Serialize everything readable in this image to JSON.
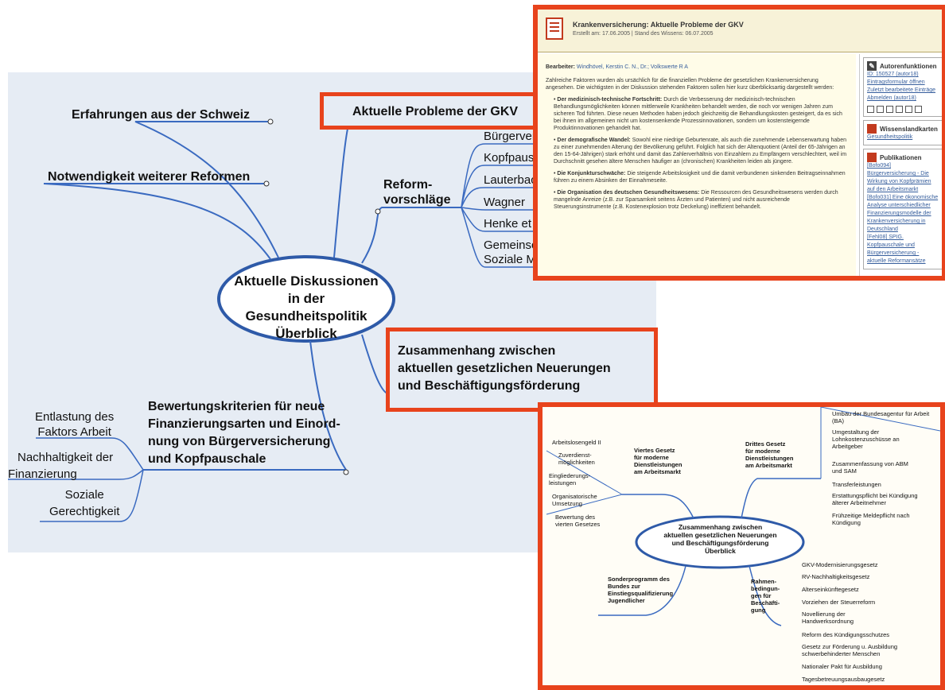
{
  "main_map": {
    "center_lines": [
      "Aktuelle Diskussionen",
      "in der Gesundheitspolitik",
      "Überblick"
    ],
    "left_top_1": "Erfahrungen aus der Schweiz",
    "left_top_2": "Notwendigkeit weiterer Reformen",
    "highlight_top": "Aktuelle Probleme der GKV",
    "reform_label": [
      "Reform-",
      "vorschläge"
    ],
    "reform_items": [
      "Bürgerversicherung",
      "Kopfpauschale",
      "Lauterbach",
      "Wagner",
      "Henke et al.",
      "Gemeinschaft",
      "Soziale M"
    ],
    "highlight_mid_lines": [
      "Zusammenhang zwischen",
      "aktuellen gesetzlichen Neuerungen",
      "und Beschäftigungsförderung"
    ],
    "bewertung_lines": [
      "Bewertungskriterien für neue",
      "Finanzierungsarten und Einord-",
      "nung von Bürgerversicherung",
      "und Kopfpauschale"
    ],
    "criteria": [
      [
        "Entlastung des",
        "Faktors Arbeit"
      ],
      [
        "Nachhaltigkeit der",
        "Finanzierung"
      ],
      [
        "Soziale",
        "Gerechtigkeit"
      ]
    ]
  },
  "doc": {
    "title": "Krankenversicherung: Aktuelle Probleme der GKV",
    "subtitle": "Erstellt am: 17.06.2005 | Stand des Wissens: 06.07.2005",
    "editors_label": "Bearbeiter:",
    "editors": "Windhövel, Kerstin C. N., Dr.; Volkswerte R A",
    "intro": "Zahlreiche Faktoren wurden als ursächlich für die finanziellen Probleme der gesetzlichen Krankenversicherung angesehen. Die wichtigsten in der Diskussion stehenden Faktoren sollen hier kurz überblicksartig dargestellt werden:",
    "bullets": [
      {
        "title": "Der medizinisch-technische Fortschritt:",
        "text": "Durch die Verbesserung der medizinisch-technischen Behandlungsmöglichkeiten können mittlerweile Krankheiten behandelt werden, die noch vor wenigen Jahren zum sicheren Tod führten. Diese neuen Methoden haben jedoch gleichzeitig die Behandlungskosten gesteigert, da es sich bei ihnen im allgemeinen nicht um kostensenkende Prozessinnovationen, sondern um kostensteigernde Produktinnovationen gehandelt hat."
      },
      {
        "title": "Der demografische Wandel:",
        "text": "Sowohl eine niedrige Geburtenrate, als auch die zunehmende Lebenserwartung haben zu einer zunehmenden Alterung der Bevölkerung geführt. Folglich hat sich der Altenquotient (Anteil der 65-Jährigen an den 15-64-Jährigen) stark erhöht und damit das Zahlerverhältnis von Einzahlern zu Empfängern verschlechtert, weil im Durchschnitt gesehen ältere Menschen häufiger an (chronischen) Krankheiten leiden als jüngere."
      },
      {
        "title": "Die Konjunkturschwäche:",
        "text": "Die steigende Arbeitslosigkeit und die damit verbundenen sinkenden Beitragseinnahmen führen zu einem Absinken der Einnahmeseite."
      },
      {
        "title": "Die Organisation des deutschen Gesundheitswesens:",
        "text": "Die Ressourcen des Gesundheitswesens werden durch mangelnde Anreize (z.B. zur Sparsamkeit seitens Ärzten und Patienten) und nicht ausreichende Steuerungsinstrumente (z.B. Kostenexplosion trotz Deckelung) ineffizient behandelt."
      }
    ],
    "side": {
      "author_head": "Autorenfunktionen",
      "author_links": [
        "ID: 150527 (autor18)",
        "Eintragsformular öffnen",
        "Zuletzt bearbeitete Einträge",
        "Abmelden (autor18)"
      ],
      "wissen_head": "Wissenslandkarten",
      "wissen_links": [
        "Gesundheitspolitik"
      ],
      "pub_head": "Publikationen",
      "pub_links": [
        "[Bofo094]",
        "Bürgerversicherung - Die Wirkung von Kopfprämien auf den Arbeitsmarkt",
        "[Bofo031] Eine ökonomische Analyse unterschiedlicher Finanzierungsmodelle der Krankenversicherung in Deutschland",
        "[Fehl08] SPIG. Kopfpauschale und Bürgerversicherung - aktuelle Reformansätze"
      ]
    }
  },
  "map2": {
    "center_lines": [
      "Zusammenhang zwischen",
      "aktuellen gesetzlichen Neuerungen",
      "und Beschäftigungsförderung",
      "Überblick"
    ],
    "viertes": [
      "Viertes Gesetz",
      "für moderne",
      "Dienstleistungen",
      "am Arbeitsmarkt"
    ],
    "drittes": [
      "Drittes Gesetz",
      "für moderne",
      "Dienstleistungen",
      "am Arbeitsmarkt"
    ],
    "left_items": [
      "Arbeitslosengeld II",
      "Zuverdienst-möglichkeiten",
      "Eingliederungs-leistungen",
      "Organisatorische Umsetzung",
      "Bewertung des vierten Gesetzes"
    ],
    "right_top_items": [
      "Umbau der Bundesagentur für Arbeit (BA)",
      "Umgestaltung der Lohnkostenzuschüsse an Arbeitgeber",
      "Zusammenfassung von ABM und SAM",
      "Transferleistungen",
      "Erstattungspflicht bei Kündigung älterer Arbeitnehmer",
      "Frühzeitige Meldepflicht nach Kündigung"
    ],
    "sonder": [
      "Sonderprogramm des",
      "Bundes zur",
      "Einstiegsqualifizierung",
      "Jugendlicher"
    ],
    "rahmen": [
      "Rahmen-",
      "bedingun-",
      "gen für",
      "Beschäfti-",
      "gung"
    ],
    "right_bottom_items": [
      "GKV-Modernisierungsgesetz",
      "RV-Nachhaltigkeitsgesetz",
      "Alterseinkünftegesetz",
      "Vorziehen der Steuerreform",
      "Novellierung der Handwerksordnung",
      "Reform des Kündigungsschutzes",
      "Gesetz zur Förderung u. Ausbildung schwerbehinderter Menschen",
      "Nationaler Pakt für Ausbildung",
      "Tagesbetreuungsausbaugesetz"
    ]
  },
  "colors": {
    "accent_red": "#e8431c",
    "map_bg": "#e6ecf4",
    "branch_blue": "#2e5aa8",
    "doc_yellow": "#fffce8"
  }
}
